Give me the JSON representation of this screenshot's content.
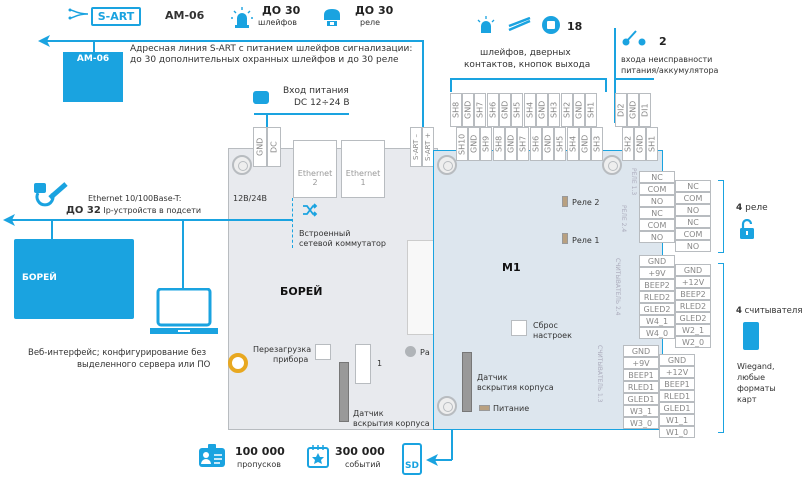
{
  "top_bar": {
    "sart_label": "S-ART",
    "am06_label": "AM-06",
    "loops_count": "ДО 30",
    "loops_label": "шлейфов",
    "relays_count": "ДО 30",
    "relays_label": "реле"
  },
  "sart_line": {
    "description_line1": "Адресная линия S-ART с питанием шлейфов сигнализации:",
    "description_line2": "до 30 дополнительных охранных шлейфов и до 30 реле",
    "module_label": "AM-06"
  },
  "inputs_info": {
    "count": "18",
    "label_line1": "шлейфов, дверных",
    "label_line2": "контактов, кнопок выхода"
  },
  "fault_inputs": {
    "count": "2",
    "label_line1": "входа неисправности",
    "label_line2": "питания/аккумулятора"
  },
  "power": {
    "label_line1": "Вход питания",
    "label_line2": "DC 12÷24 В",
    "terminals": [
      "GND",
      "DC"
    ],
    "jumper_label": "12В/24В"
  },
  "ethernet": {
    "ports": [
      {
        "label": "Ethernet",
        "num": "2"
      },
      {
        "label": "Ethernet",
        "num": "1"
      }
    ],
    "line1": "Ethernet 10/100Base-T:",
    "line2_bold": "ДО 32",
    "line2_rest": "Ip-устройств в подсети",
    "switch_line1": "Встроенный",
    "switch_line2": "сетевой коммутатор"
  },
  "sart_terminals": [
    "S-ART –",
    "S-ART +"
  ],
  "boreal": {
    "name": "БОРЕЙ",
    "reboot_label_line1": "Перезагрузка",
    "reboot_label_line2": "прибора",
    "connector_label": "1",
    "tamper_line1": "Датчик",
    "tamper_line2": "вскрытия корпуса",
    "partial_label": "Ра",
    "thumb_name": "БОРЕЙ"
  },
  "web": {
    "line1": "Веб-интерфейс; конфигурирование без",
    "line2": "выделенного сервера или ПО"
  },
  "m1": {
    "name": "M1",
    "relay2": "Реле 2",
    "relay1": "Реле 1",
    "reset_line1": "Сброс",
    "reset_line2": "настроек",
    "tamper_line1": "Датчик",
    "tamper_line2": "вскрытия корпуса",
    "power_led": "Питание",
    "relay13_label": "РЕЛЕ 1.3",
    "relay24_label": "РЕЛЕ 2.4",
    "reader24_label": "СЧИТЫВАТЕЛЬ 2.4",
    "reader13_label": "СЧИТЫВАТЕЛЬ 1.3"
  },
  "sh_top_row": [
    "SH8",
    "GND",
    "SH7",
    "SH6",
    "GND",
    "SH5",
    "SH4",
    "GND",
    "SH3",
    "SH2",
    "GND",
    "SH1"
  ],
  "sh_bottom_row": [
    "SH10",
    "GND",
    "SH9",
    "SH8",
    "GND",
    "SH7",
    "SH6",
    "GND",
    "SH5",
    "SH4",
    "GND",
    "SH3"
  ],
  "di_top": [
    "DI2",
    "GND",
    "DI1"
  ],
  "sh_bottom_right": [
    "SH2",
    "GND",
    "SH1"
  ],
  "relay_col1": [
    "NC",
    "COM",
    "NO",
    "NC",
    "COM",
    "NO"
  ],
  "relay_col2": [
    "NC",
    "COM",
    "NO",
    "NC",
    "COM",
    "NO"
  ],
  "reader24_col1": [
    "GND",
    "+9V",
    "BEEP2",
    "RLED2",
    "GLED2",
    "W4_1",
    "W4_0"
  ],
  "reader24_col2": [
    "GND",
    "+12V",
    "BEEP2",
    "RLED2",
    "GLED2",
    "W2_1",
    "W2_0"
  ],
  "reader13_col1": [
    "GND",
    "+9V",
    "BEEP1",
    "RLED1",
    "GLED1",
    "W3_1",
    "W3_0"
  ],
  "reader13_col2": [
    "GND",
    "+12V",
    "BEEP1",
    "RLED1",
    "GLED1",
    "W1_1",
    "W1_0"
  ],
  "relays_info": {
    "count": "4",
    "label": "реле"
  },
  "readers_info": {
    "count": "4",
    "label": "считывателя",
    "desc_line1": "Wiegand,",
    "desc_line2": "любые",
    "desc_line3": "форматы",
    "desc_line4": "карт"
  },
  "storage": {
    "passes_count": "100 000",
    "passes_label": "пропусков",
    "events_count": "300 000",
    "events_label": "событий",
    "sd_label": "SD"
  }
}
